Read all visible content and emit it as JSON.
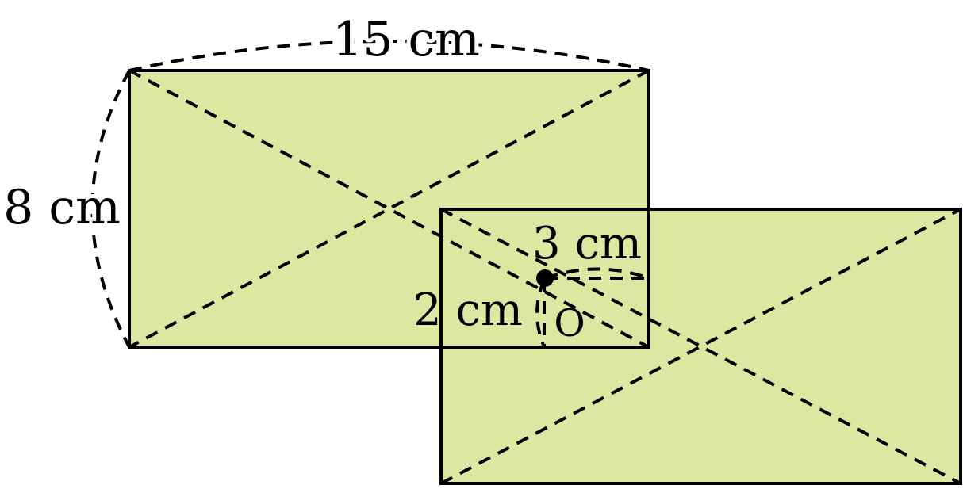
{
  "labels": {
    "width_label": "15 cm",
    "height_label": "8 cm",
    "horizontal_offset_label": "3 cm",
    "vertical_offset_label": "2 cm",
    "center_label": "O"
  },
  "colors": {
    "rectangle_fill": "#dbe8a1",
    "stroke": "#000000",
    "background": "#ffffff"
  }
}
